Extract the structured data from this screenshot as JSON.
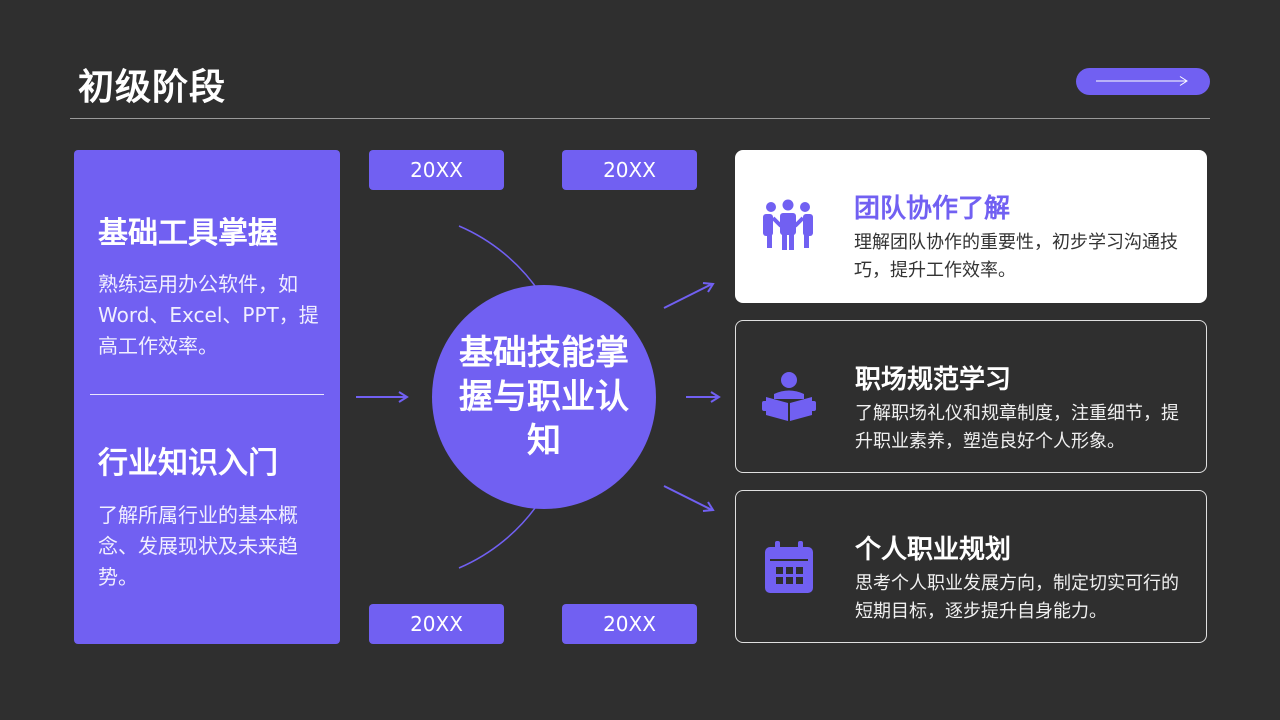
{
  "page": {
    "title": "初级阶段"
  },
  "colors": {
    "background": "#2f2f2f",
    "accent": "#7160f2",
    "card_light": "#ffffff"
  },
  "nav": {
    "icon": "arrow-right-icon"
  },
  "left_panel": {
    "sections": [
      {
        "heading": "基础工具掌握",
        "text": "熟练运用办公软件，如Word、Excel、PPT，提高工作效率。"
      },
      {
        "heading": "行业知识入门",
        "text": "了解所属行业的基本概念、发展现状及未来趋势。"
      }
    ]
  },
  "year_tags": [
    "20XX",
    "20XX",
    "20XX",
    "20XX"
  ],
  "center": {
    "text": "基础技能掌握与职业认知"
  },
  "cards": [
    {
      "icon": "team-icon",
      "title": "团队协作了解",
      "desc": "理解团队协作的重要性，初步学习沟通技巧，提升工作效率。"
    },
    {
      "icon": "reading-person-icon",
      "title": "职场规范学习",
      "desc": "了解职场礼仪和规章制度，注重细节，提升职业素养，塑造良好个人形象。"
    },
    {
      "icon": "calendar-icon",
      "title": "个人职业规划",
      "desc": "思考个人职业发展方向，制定切实可行的短期目标，逐步提升自身能力。"
    }
  ]
}
